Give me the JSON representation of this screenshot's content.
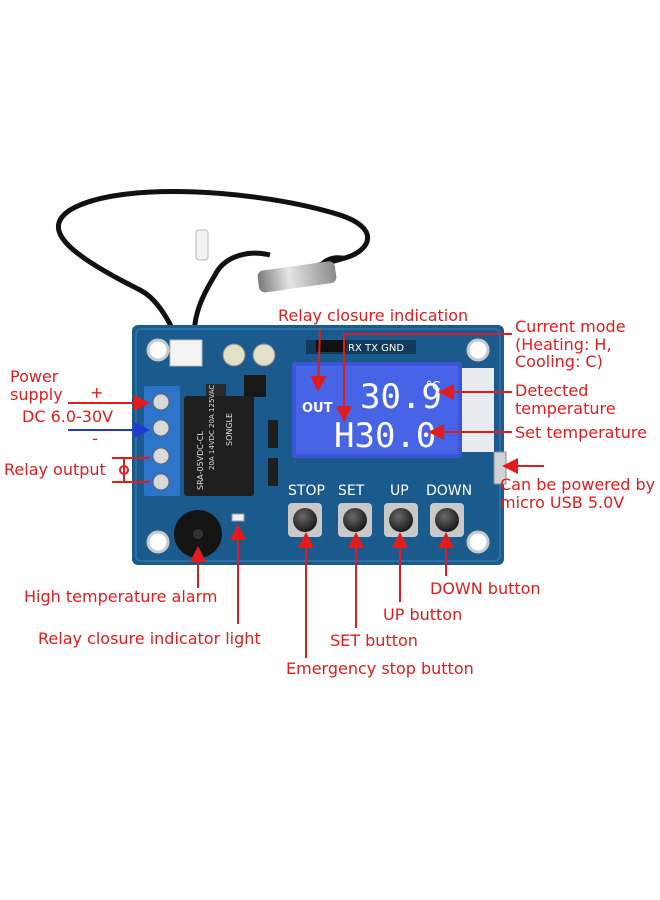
{
  "callouts": {
    "power_supply": "Power supply",
    "power_plus": "+",
    "power_voltage": "DC 6.0-30V",
    "power_minus": "-",
    "relay_output": "Relay output",
    "relay_closure_indication": "Relay closure indication",
    "current_mode": "Current mode (Heating: H, Cooling: C)",
    "detected_temperature": "Detected temperature",
    "set_temperature": "Set temperature",
    "micro_usb": "Can be powered by micro USB 5.0V",
    "high_temp_alarm": "High temperature alarm",
    "relay_indicator_light": "Relay closure indicator light",
    "emergency_stop": "Emergency stop button",
    "set_button": "SET button",
    "up_button": "UP button",
    "down_button": "DOWN button"
  },
  "board": {
    "lcd_out": "OUT",
    "lcd_detected": "30.9",
    "lcd_unit": "°C",
    "lcd_set": "H30.0",
    "header_pins": "RX TX GND",
    "button_stop": "STOP",
    "button_set": "SET",
    "button_up": "UP",
    "button_down": "DOWN",
    "relay_text_1": "SRA-05VDC-CL",
    "relay_brand": "SONGLE",
    "relay_rating": "20A 14VDC 20A 125VAC"
  },
  "colors": {
    "label_red": "#e21c1c",
    "arrow_blue": "#1f3bd1",
    "board_blue": "#1a5a8c",
    "lcd_blue": "#3a55d8"
  }
}
